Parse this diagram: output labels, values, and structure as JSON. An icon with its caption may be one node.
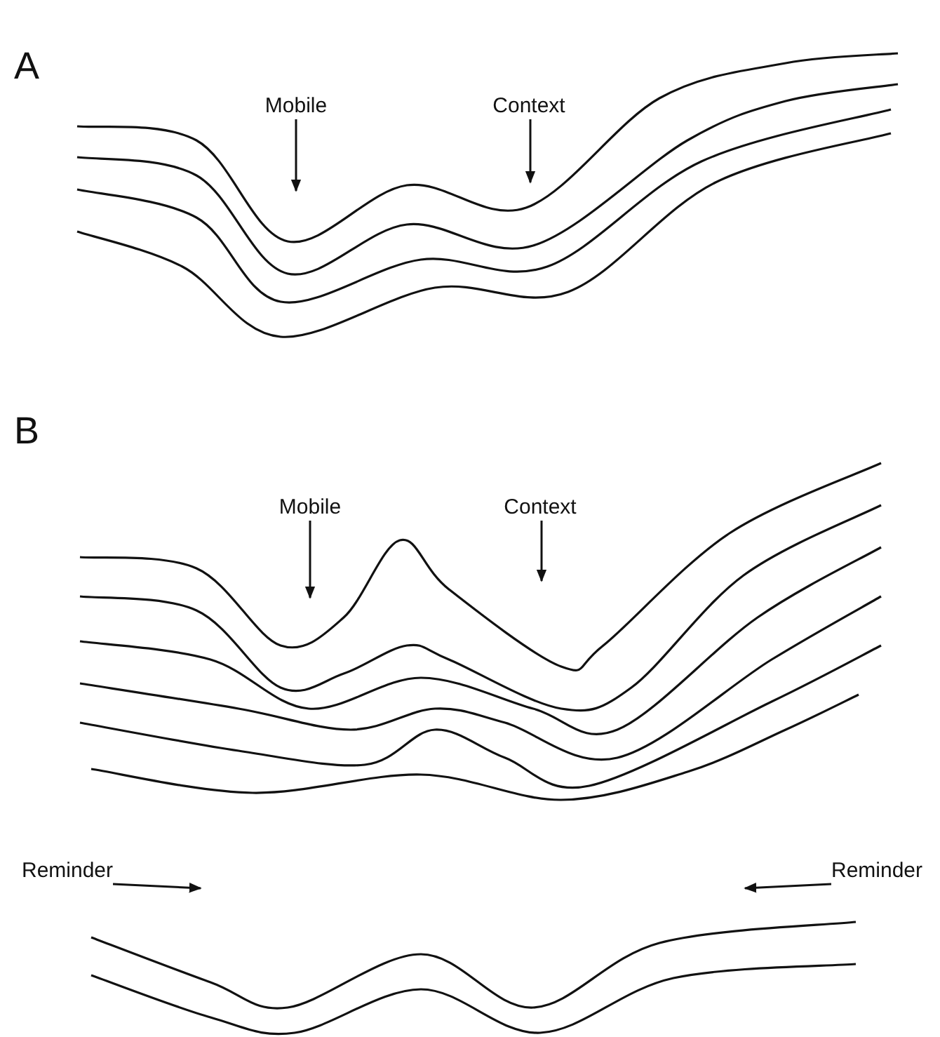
{
  "diagram": {
    "nodes": [
      {
        "text": [
          "Mobile"
        ]
      },
      {
        "text": [
          "Context"
        ]
      },
      {
        "text": [
          "Mobile"
        ]
      },
      {
        "text": [
          "Context"
        ]
      },
      {
        "text": [
          "Reminder"
        ]
      },
      {
        "text": [
          "Reminder"
        ]
      }
    ],
    "edges": [
      {
        "from": 0,
        "to": null,
        "arrow": "to"
      },
      {
        "from": 1,
        "to": null,
        "arrow": "to"
      },
      {
        "from": 2,
        "to": null,
        "arrow": "to"
      },
      {
        "from": 3,
        "to": null,
        "arrow": "to"
      },
      {
        "from": 4,
        "to": null,
        "arrow": "to"
      },
      {
        "from": 5,
        "to": null,
        "arrow": "to"
      }
    ],
    "labels": [
      "A",
      "B"
    ]
  }
}
